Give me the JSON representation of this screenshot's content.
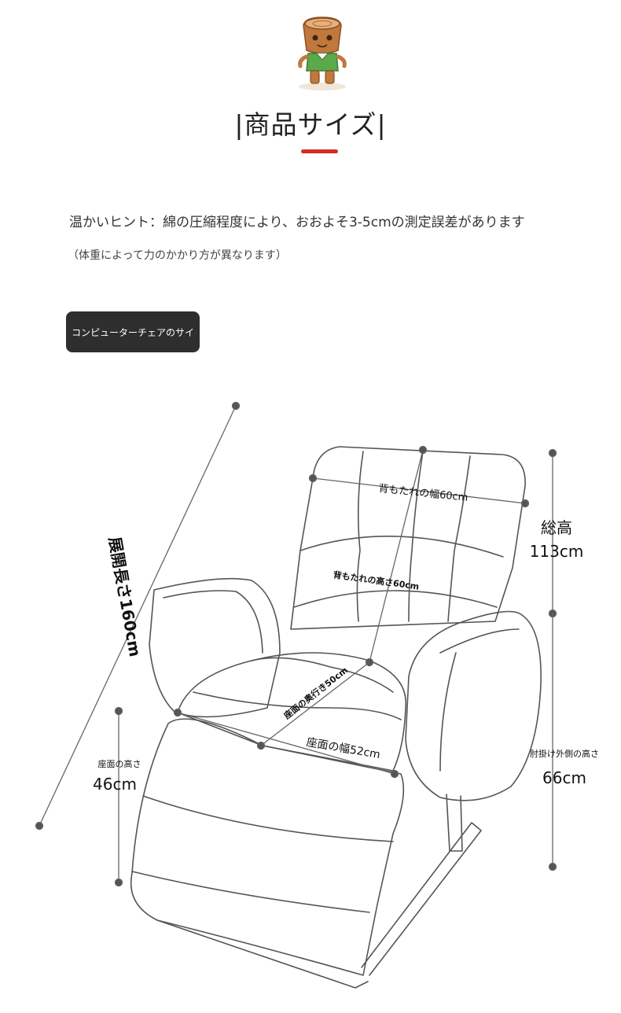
{
  "title": "|商品サイズ|",
  "hint": "温かいヒント：綿の圧縮程度により、おおよそ3-5cmの測定誤差があります",
  "hint_sub": "（体重によって力のかかり方が異なります）",
  "tag": "コンピューターチェアのサイ",
  "dims": {
    "backrest_width": "背もたれの幅60cm",
    "total_height_label": "総高",
    "total_height_value": "113cm",
    "backrest_height": "背もたれの高さ60cm",
    "unfolded_length": "展開長さ160cm",
    "seat_depth": "座面の奥行き50cm",
    "seat_width": "座面の幅52cm",
    "seat_height_label": "座面の高さ",
    "seat_height_value": "46cm",
    "armrest_height_label": "肘掛け外側の高さ",
    "armrest_height_value": "66cm"
  },
  "colors": {
    "accent": "#d42b24",
    "tag_bg": "#2e2e2e",
    "line": "#555555"
  }
}
